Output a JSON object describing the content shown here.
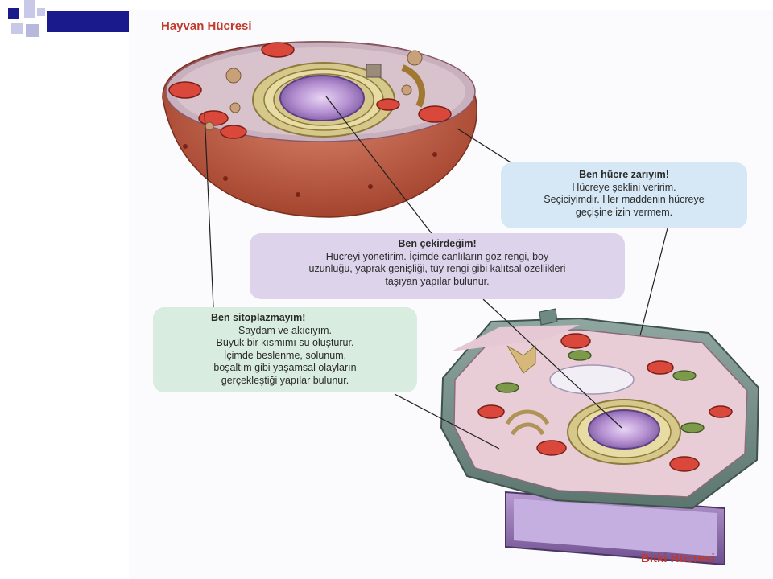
{
  "figure": {
    "animal_cell_title": "Hayvan Hücresi",
    "plant_cell_title": "Bitki Hücresi"
  },
  "callouts": {
    "membrane": {
      "title": "Ben hücre zarıyım!",
      "lines": [
        "Hücreye şeklini veririm.",
        "Seçiciyimdir. Her maddenin hücreye",
        "geçişine izin vermem."
      ]
    },
    "nucleus": {
      "title": "Ben çekirdeğim!",
      "lines": [
        "Hücreyi yönetirim. İçimde canlıların göz rengi, boy",
        "uzunluğu, yaprak genişliği, tüy rengi gibi kalıtsal özellikleri",
        "taşıyan yapılar bulunur."
      ]
    },
    "cytoplasm": {
      "title": "Ben sitoplazmayım!",
      "lines": [
        "Saydam ve akıcıyım.",
        "Büyük bir kısmımı su oluşturur.",
        "İçimde beslenme, solunum,",
        "boşaltım gibi yaşamsal olayların",
        "gerçekleştiği yapılar bulunur."
      ]
    }
  },
  "colors": {
    "logo_dark": "#1a1a8c",
    "logo_light": "#c8c8e8",
    "title_red": "#c0392b",
    "membrane_bubble": "#d6e8f5",
    "nucleus_bubble": "#ddd4ec",
    "cytoplasm_bubble": "#d8ecdf"
  }
}
